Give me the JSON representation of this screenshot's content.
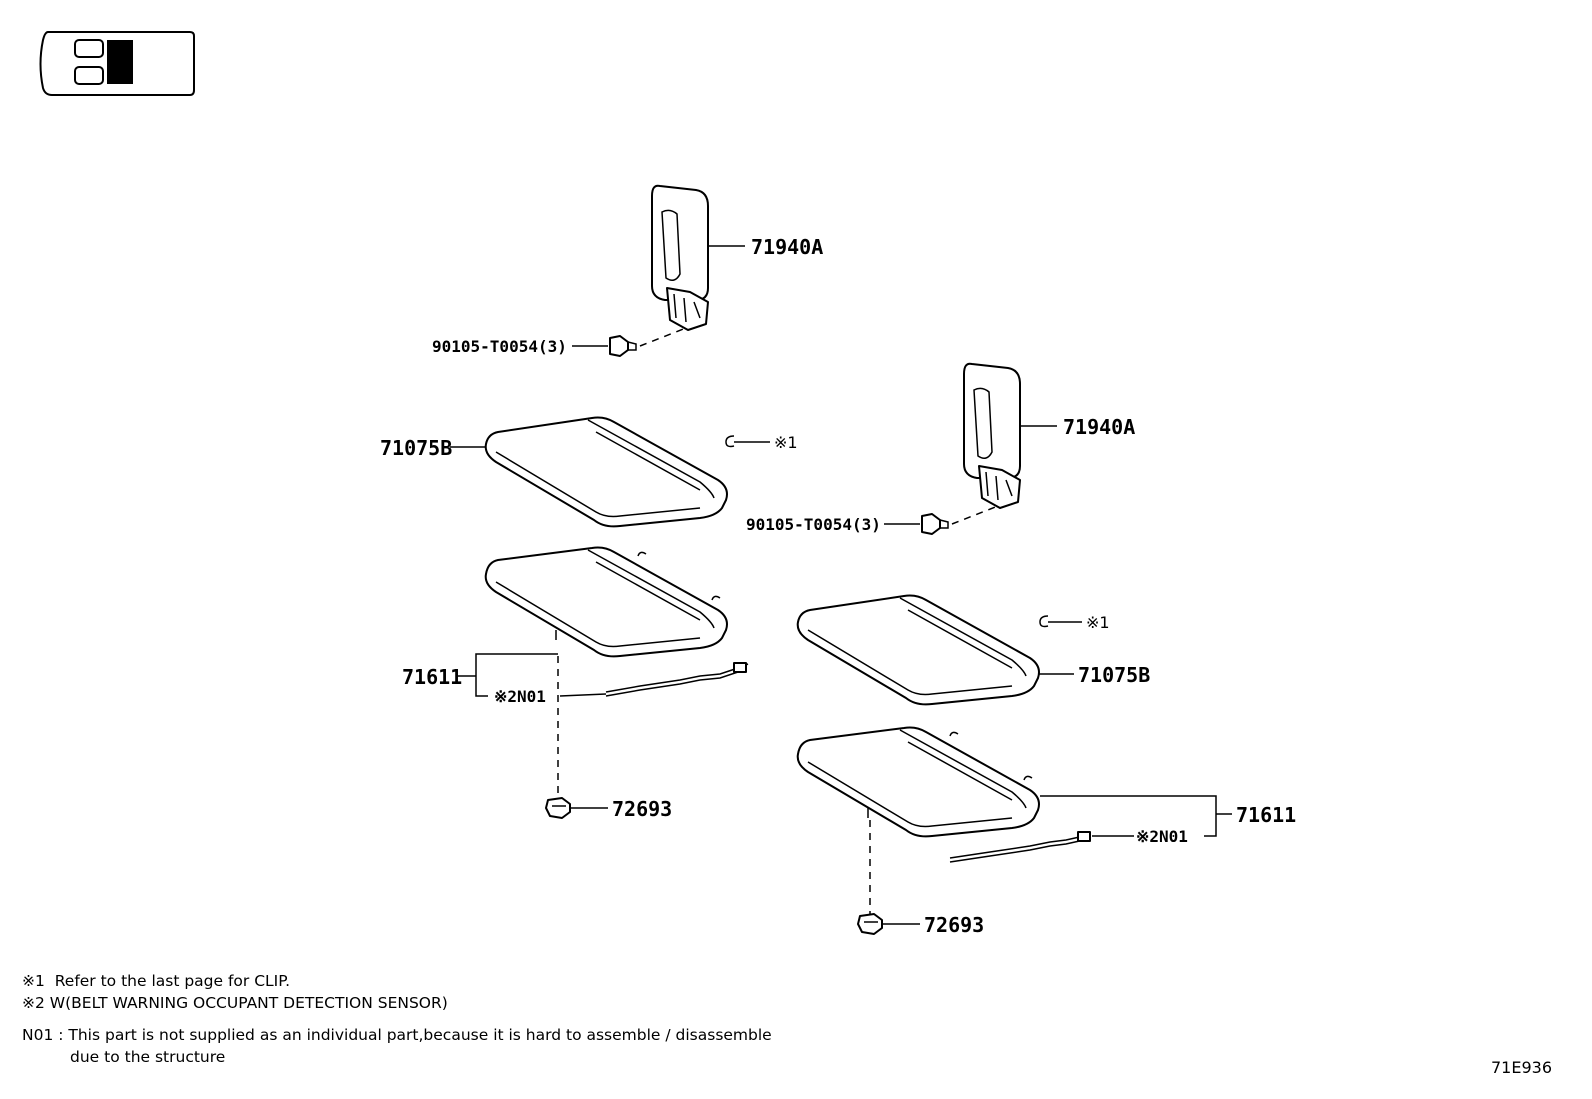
{
  "callouts": {
    "headrest_a": "71940A",
    "bolt_a": "90105-T0054(3)",
    "cushion_a": "71075B",
    "clip_a": "※1",
    "headrest_b": "71940A",
    "bolt_b": "90105-T0054(3)",
    "cover_a": "71611",
    "sensor_a": "※2N01",
    "clip_b": "※1",
    "cushion_b": "71075B",
    "hook_a": "72693",
    "cover_b": "71611",
    "sensor_b": "※2N01",
    "hook_b": "72693"
  },
  "notes": [
    "※1  Refer to the last page for CLIP.",
    "※2 W(BELT WARNING OCCUPANT DETECTION SENSOR)",
    "N01 : This part is not supplied as an individual part,because it is hard to assemble / disassemble",
    "due to the structure"
  ],
  "footer_code": "71E936",
  "icons": {
    "locator": "vehicle-seat-locator-icon",
    "clip": "clip-icon"
  }
}
